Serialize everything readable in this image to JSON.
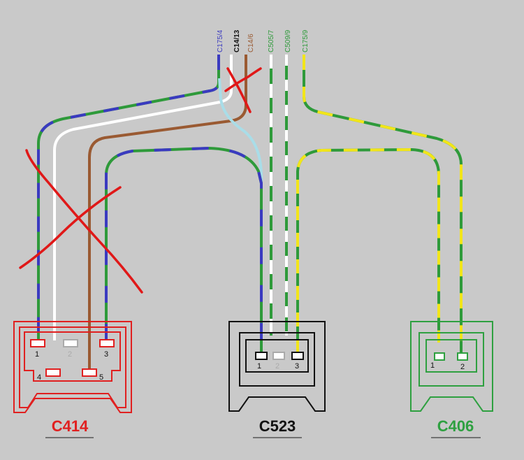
{
  "wire_labels": {
    "w1": {
      "text": "C175/4",
      "color": "#3a3ac0"
    },
    "w2": {
      "text": "C14/13",
      "color": "#111111"
    },
    "w3": {
      "text": "C14/6",
      "color": "#9a5a32"
    },
    "w4": {
      "text": "C505/7",
      "color": "#2e9a3a"
    },
    "w5": {
      "text": "C509/9",
      "color": "#2e9a3a"
    },
    "w6": {
      "text": "C175/9",
      "color": "#2e9a3a"
    }
  },
  "connectors": {
    "c414": {
      "name": "C414",
      "color": "#e02020",
      "pins": {
        "p1": "1",
        "p2": "2",
        "p3": "3",
        "p4": "4",
        "p5": "5"
      }
    },
    "c523": {
      "name": "C523",
      "color": "#111111",
      "pins": {
        "p1": "1",
        "p2": "2",
        "p3": "3"
      }
    },
    "c406": {
      "name": "C406",
      "color": "#2ea040",
      "pins": {
        "p1": "1",
        "p2": "2"
      }
    }
  },
  "colors": {
    "background": "#c9c9c9",
    "blue": "#3a3ac0",
    "green": "#2e9a3a",
    "white": "#ffffff",
    "brown": "#9a5a32",
    "yellow": "#f2e51a",
    "light_blue": "#a9dde8",
    "cross_red": "#e01818"
  }
}
